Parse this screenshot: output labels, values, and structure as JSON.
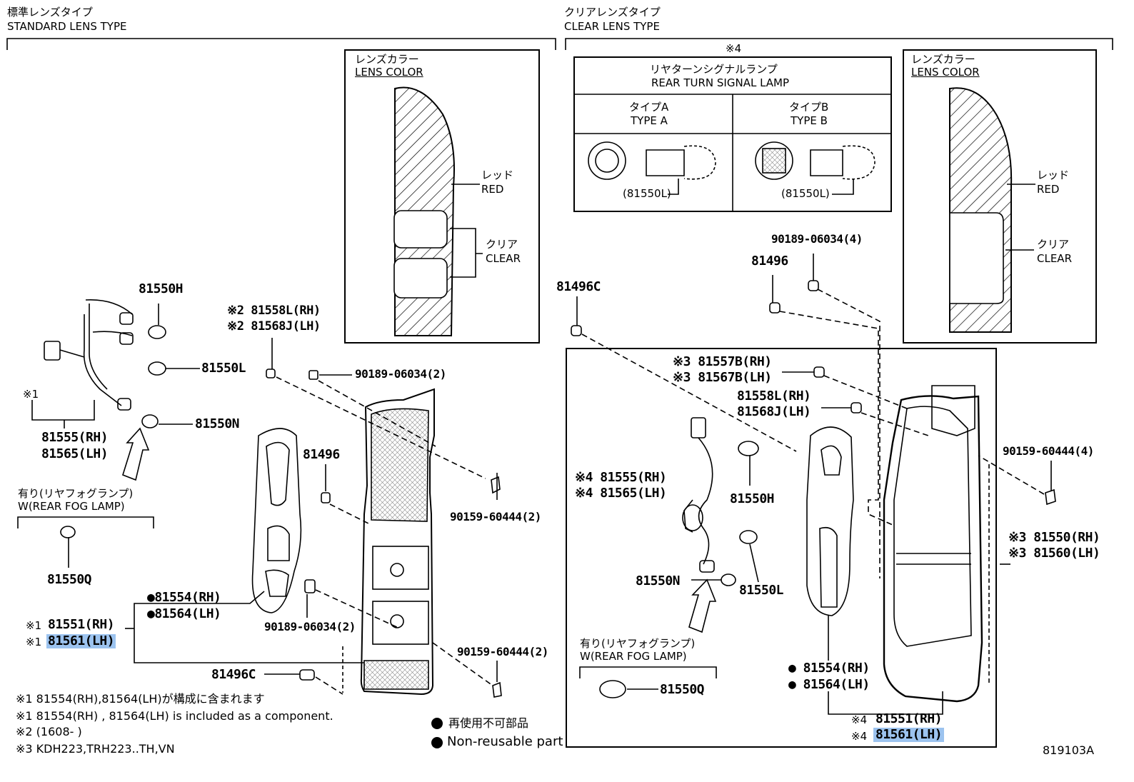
{
  "standard": {
    "title_jp": "標準レンズタイプ",
    "title_en": "STANDARD LENS TYPE",
    "lens_color": {
      "jp": "レンズカラー",
      "en": "LENS COLOR",
      "red_jp": "レッド",
      "red_en": "RED",
      "clear_jp": "クリア",
      "clear_en": "CLEAR"
    },
    "parts": {
      "p81550H": "81550H",
      "p81550L": "81550L",
      "p81550N": "81550N",
      "p81558L": "※2 81558L(RH)",
      "p81568J": "※2 81568J(LH)",
      "p90189_top": "90189-06034(2)",
      "p81496": "81496",
      "p90159_mid": "90159-60444(2)",
      "note1": "※1",
      "p81555": "81555(RH)",
      "p81565": "81565(LH)",
      "fog_jp": "有り(リヤフォグランプ)",
      "fog_en": "W(REAR FOG LAMP)",
      "p81550Q": "81550Q",
      "p81554": "●81554(RH)",
      "p81564": "●81564(LH)",
      "p81551_mark": "※1",
      "p81551": "81551(RH)",
      "p81561_mark": "※1",
      "p81561": "81561(LH)",
      "p90189_bot": "90189-06034(2)",
      "p81496C": "81496C",
      "p90159_bot": "90159-60444(2)"
    },
    "notes": [
      "※1 81554(RH),81564(LH)が構成に含まれます",
      "※1 81554(RH) , 81564(LH) is included as a component.",
      "※2 (1608-        )",
      "※3 KDH223,TRH223..TH,VN"
    ]
  },
  "clear": {
    "title_jp": "クリアレンズタイプ",
    "title_en": "CLEAR LENS TYPE",
    "mark4": "※4",
    "turn_signal": {
      "jp": "リヤターンシグナルランプ",
      "en": "REAR TURN SIGNAL LAMP",
      "typeA_jp": "タイプA",
      "typeA_en": "TYPE A",
      "typeB_jp": "タイプB",
      "typeB_en": "TYPE B",
      "partA": "(81550L)",
      "partB": "(81550L)"
    },
    "lens_color": {
      "jp": "レンズカラー",
      "en": "LENS COLOR",
      "red_jp": "レッド",
      "red_en": "RED",
      "clear_jp": "クリア",
      "clear_en": "CLEAR"
    },
    "parts": {
      "p90189": "90189-06034(4)",
      "p81496": "81496",
      "p81496C": "81496C",
      "p81557B": "※3 81557B(RH)",
      "p81567B": "※3 81567B(LH)",
      "p81558L": "81558L(RH)",
      "p81568J": "81568J(LH)",
      "p90159": "90159-60444(4)",
      "p81555": "※4 81555(RH)",
      "p81565": "※4 81565(LH)",
      "p81550H": "81550H",
      "p81550N": "81550N",
      "p81550L": "81550L",
      "p81550RH": "※3 81550(RH)",
      "p81560LH": "※3 81560(LH)",
      "fog_jp": "有り(リヤフォグランプ)",
      "fog_en": "W(REAR FOG LAMP)",
      "p81550Q": "81550Q",
      "p81554": "● 81554(RH)",
      "p81564": "● 81564(LH)",
      "p81551_mark": "※4",
      "p81551": "81551(RH)",
      "p81561_mark": "※4",
      "p81561": "81561(LH)"
    }
  },
  "legend": {
    "non_reusable_jp": "再使用不可部品",
    "non_reusable_en": "Non-reusable part"
  },
  "figure_id": "819103A",
  "colors": {
    "highlight": "#9cc3ef",
    "ink": "#000000"
  }
}
